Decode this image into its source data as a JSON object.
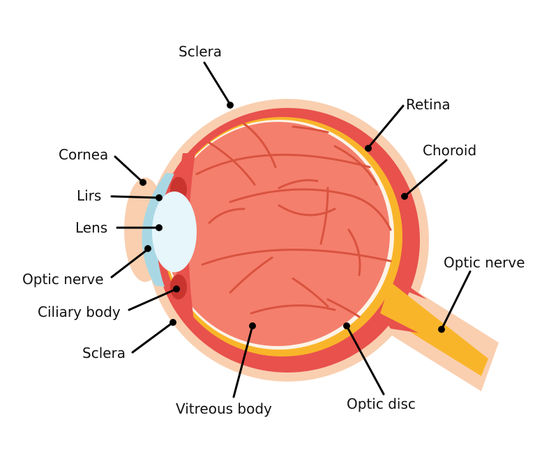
{
  "colors": {
    "sclera_outer": "#F9CFB0",
    "sclera_red": "#E8514C",
    "choroid_yellow": "#F9B52A",
    "retina_white": "#FDF3E7",
    "vitreous": "#F47F6C",
    "vessel": "#D9533F",
    "cornea": "#A9D8E4",
    "lens": "#E6F6FB",
    "leader": "#000000"
  },
  "labels": {
    "sclera_top": "Sclera",
    "retina": "Retina",
    "choroid": "Choroid",
    "cornea": "Cornea",
    "lirs": "Lirs",
    "lens": "Lens",
    "optic_nerve_left": "Optic nerve",
    "optic_nerve_right": "Optic nerve",
    "ciliary_body": "Ciliary body",
    "sclera_bottom": "Sclera",
    "vitreous_body": "Vitreous body",
    "optic_disc": "Optic disc"
  }
}
